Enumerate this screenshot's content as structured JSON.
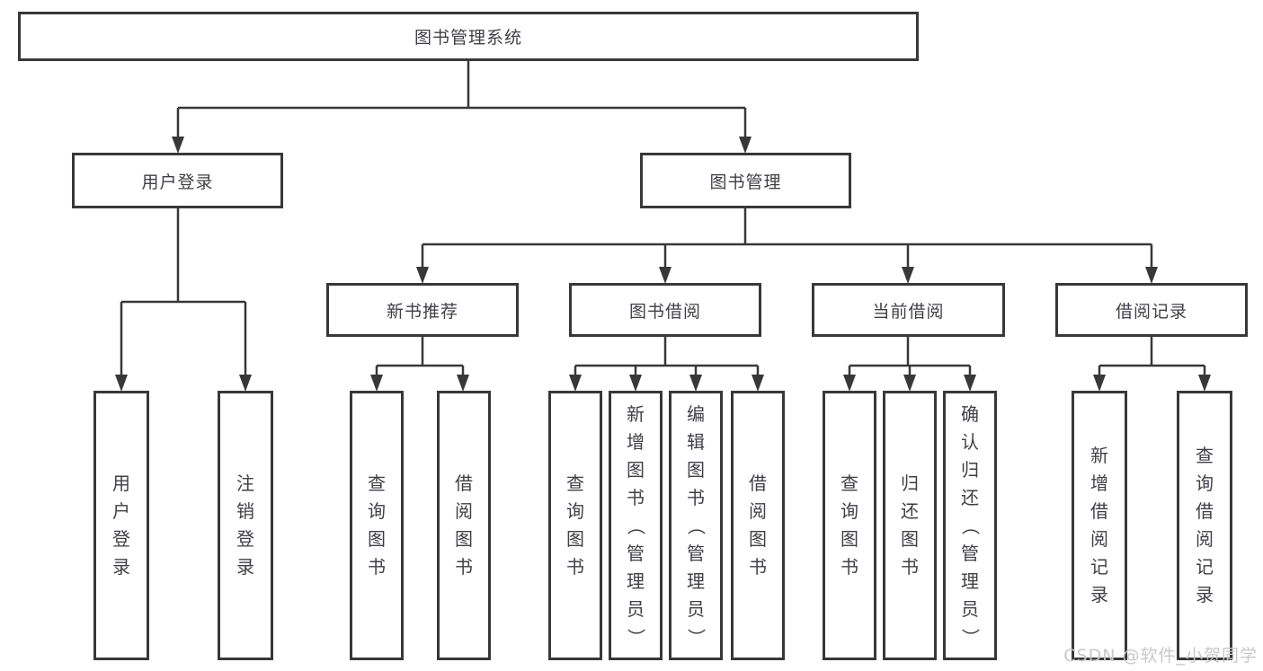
{
  "diagram": {
    "type": "hierarchy-chart",
    "root": {
      "label": "图书管理系统",
      "children": [
        {
          "label": "用户登录",
          "children": [
            {
              "label": "用户登录"
            },
            {
              "label": "注销登录"
            }
          ]
        },
        {
          "label": "图书管理",
          "children": [
            {
              "label": "新书推荐",
              "children": [
                {
                  "label": "查询图书"
                },
                {
                  "label": "借阅图书"
                }
              ]
            },
            {
              "label": "图书借阅",
              "children": [
                {
                  "label": "查询图书"
                },
                {
                  "label": "新增图书（管理员）"
                },
                {
                  "label": "编辑图书（管理员）"
                },
                {
                  "label": "借阅图书"
                }
              ]
            },
            {
              "label": "当前借阅",
              "children": [
                {
                  "label": "查询图书"
                },
                {
                  "label": "归还图书"
                },
                {
                  "label": "确认归还（管理员）"
                }
              ]
            },
            {
              "label": "借阅记录",
              "children": [
                {
                  "label": "新增借阅记录"
                },
                {
                  "label": "查询借阅记录"
                }
              ]
            }
          ]
        }
      ]
    },
    "colors": {
      "line": "#383838",
      "text": "#3f3f46",
      "background": "#ffffff",
      "watermark": "#c9c9c9"
    }
  },
  "watermark": {
    "text": "CSDN @软件_小贺同学"
  }
}
